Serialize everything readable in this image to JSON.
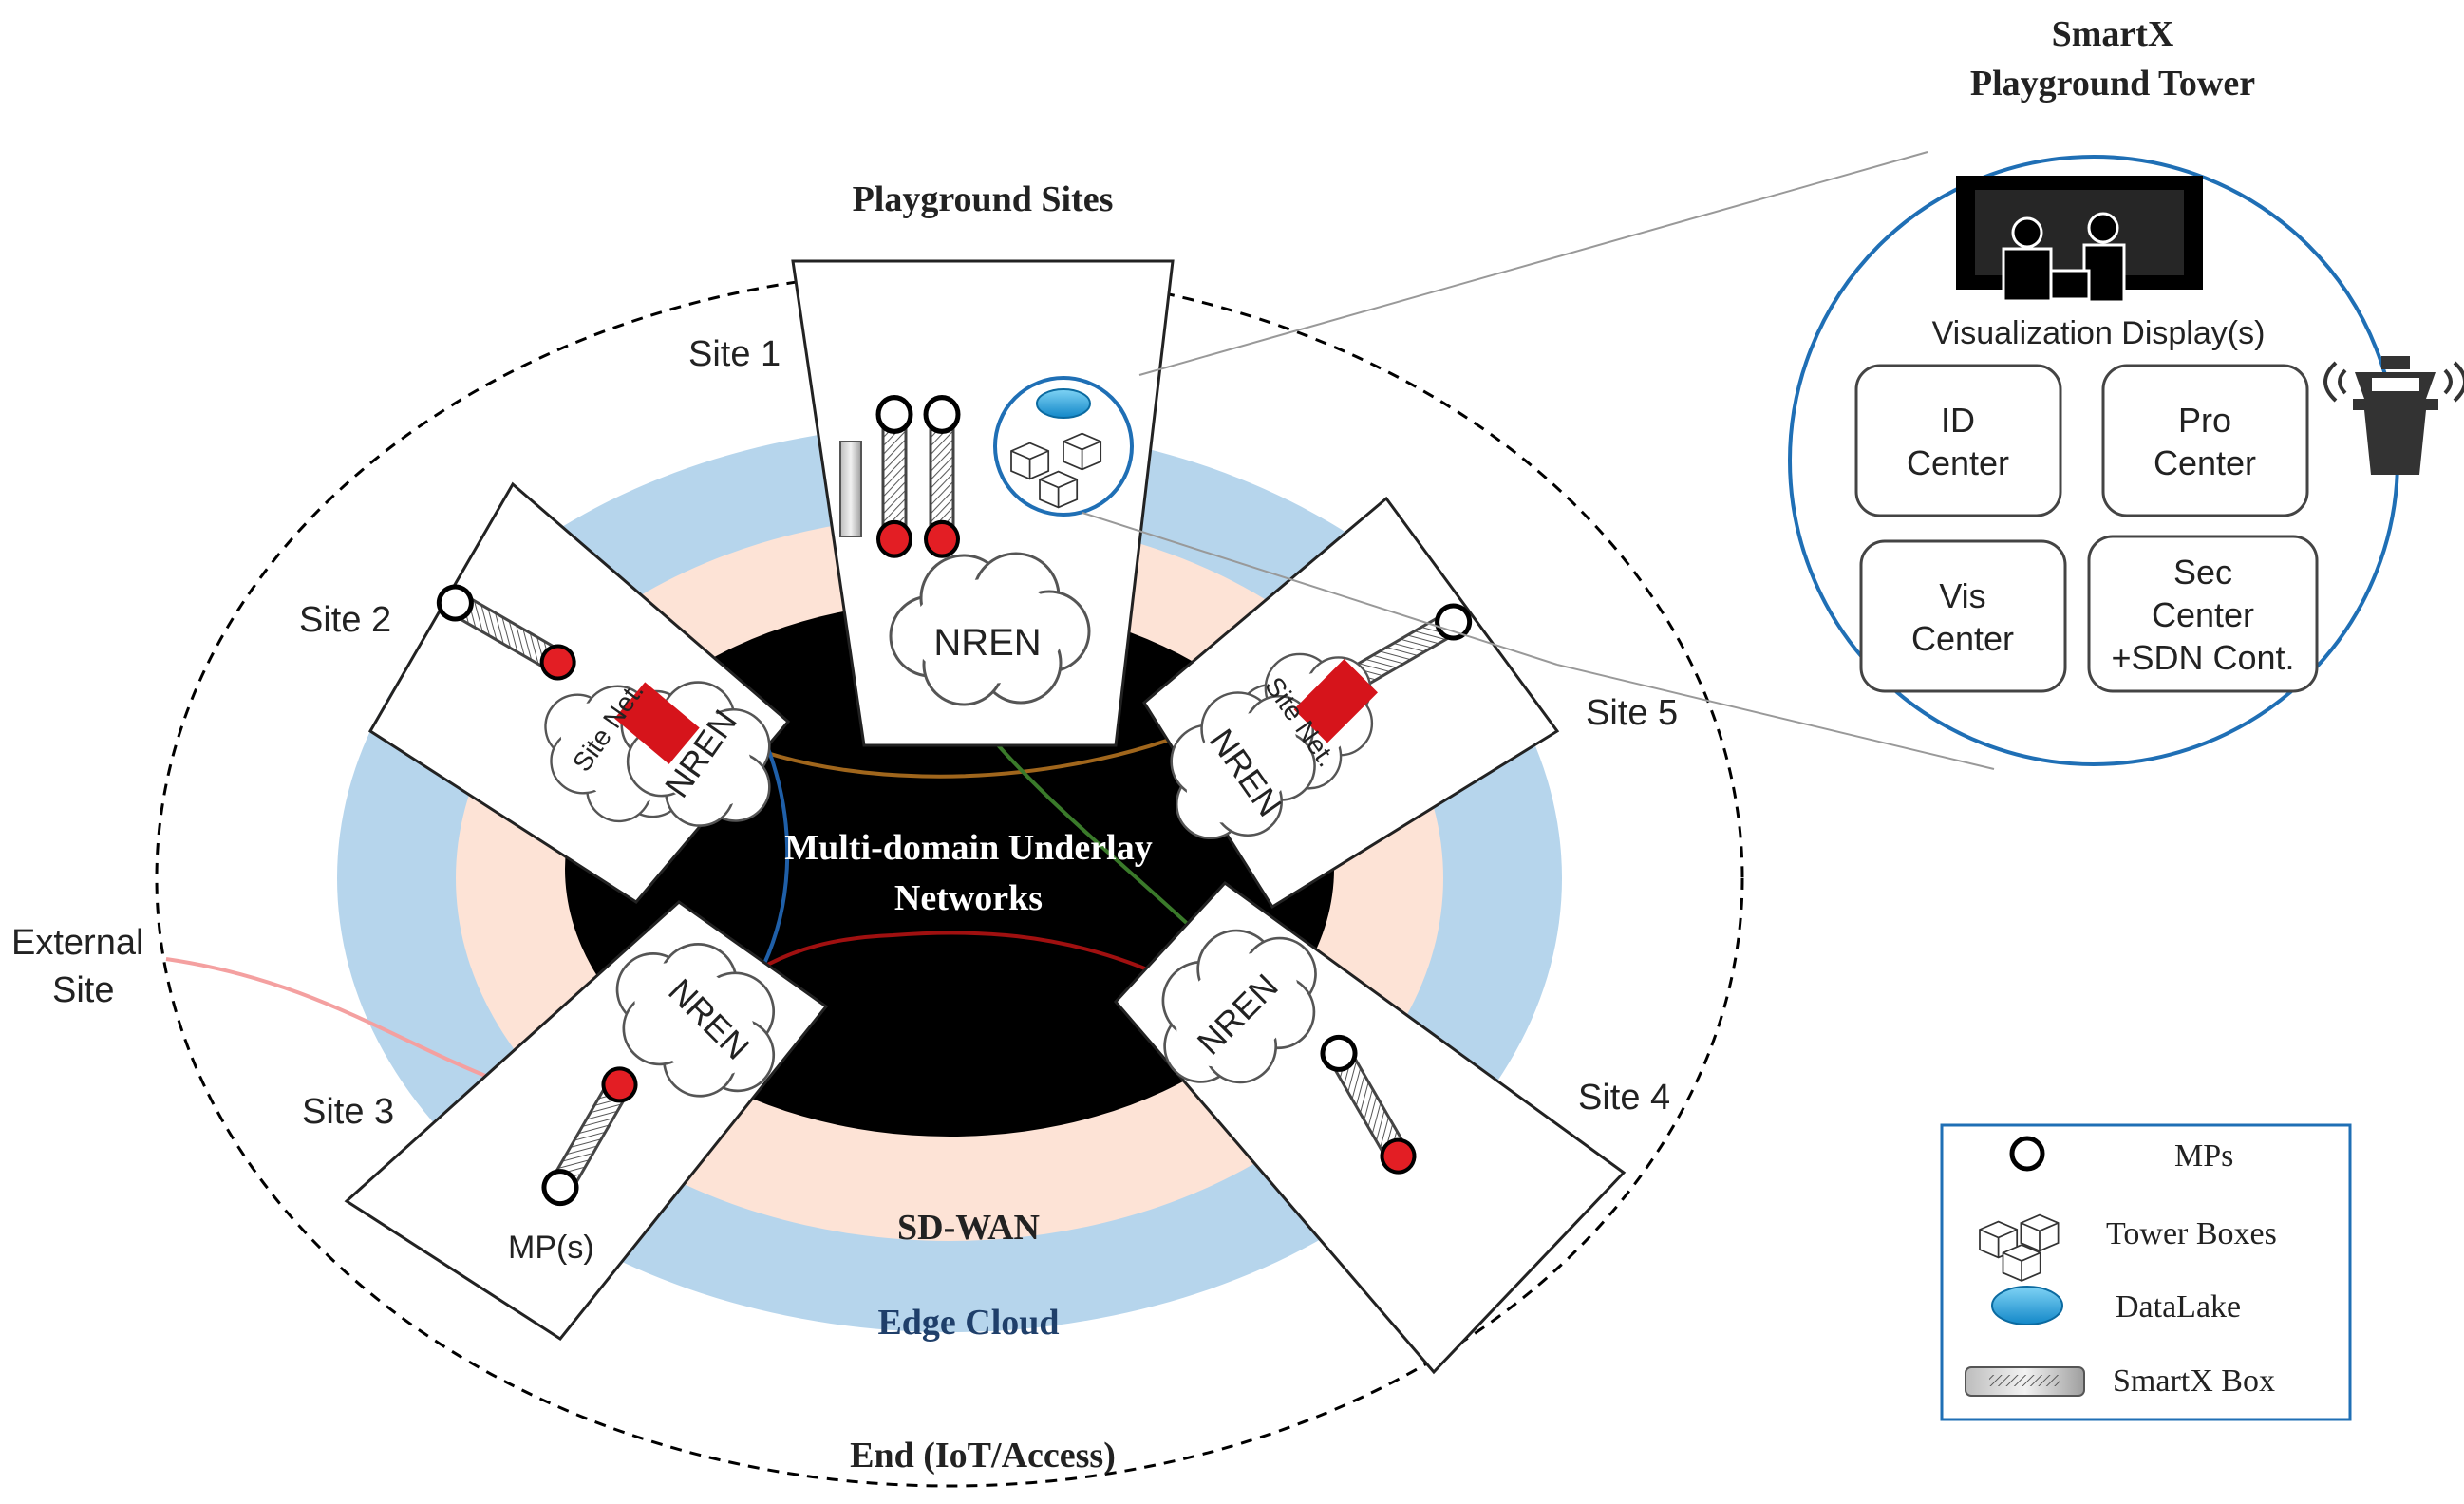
{
  "header": {
    "tower_title_line1": "SmartX",
    "tower_title_line2": "Playground Tower",
    "playground_sites": "Playground Sites"
  },
  "rings": {
    "core_line1": "Multi-domain Underlay",
    "core_line2": "Networks",
    "sdwan": "SD-WAN",
    "edge_cloud": "Edge Cloud",
    "end": "End (IoT/Access)"
  },
  "sites": {
    "site1": "Site 1",
    "site2": "Site 2",
    "site3": "Site 3",
    "site4": "Site 4",
    "site5": "Site 5",
    "external_line1": "External",
    "external_line2": "Site",
    "mp_label": "MP(s)",
    "nren": "NREN",
    "site_net": "Site Net."
  },
  "tower": {
    "visualization": "Visualization Display(s)",
    "id_center_1": "ID",
    "id_center_2": "Center",
    "pro_center_1": "Pro",
    "pro_center_2": "Center",
    "vis_center_1": "Vis",
    "vis_center_2": "Center",
    "sec_center_1": "Sec",
    "sec_center_2": "Center",
    "sec_center_3": "+SDN Cont."
  },
  "legend": {
    "mps": "MPs",
    "tower_boxes": "Tower Boxes",
    "datalake": "DataLake",
    "smartx_box": "SmartX Box"
  },
  "colors": {
    "edge_cloud": "#b6d5ec",
    "sdwan": "#fde3d6",
    "core": "#000000",
    "mp_red": "#e31e24",
    "tower_ring": "#1f6fb5",
    "datalake": "#29a9e1"
  }
}
